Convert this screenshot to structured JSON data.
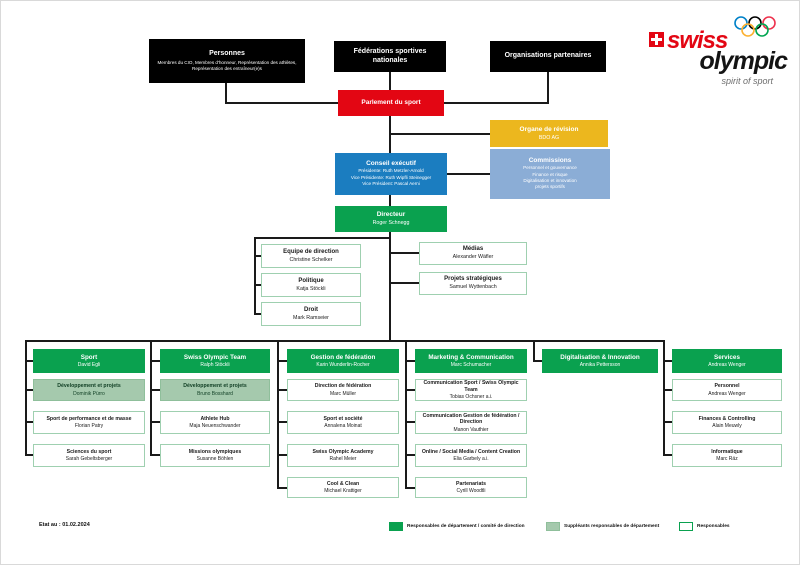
{
  "logo": {
    "swiss": "swiss",
    "olympic": "olympic",
    "tagline": "spirit of sport"
  },
  "top": {
    "personnes": {
      "title": "Personnes",
      "subtitle": "Membres du CIO, Membres d'honneur, Représentation des athlètes, Représentation des entraîneur(e)s"
    },
    "federations": {
      "title": "Fédérations sportives nationales"
    },
    "partenaires": {
      "title": "Organisations partenaires"
    }
  },
  "parlement": {
    "title": "Parlement du sport"
  },
  "revision": {
    "title": "Organe de révision",
    "name": "BDO AG"
  },
  "conseil": {
    "title": "Conseil exécutif",
    "lines": [
      "Présidente: Ruth Metzler-Arnold",
      "Vice Présidente: Ruth Wipfli Steinegger",
      "Vice Président: Pascal Aerni"
    ]
  },
  "commissions": {
    "title": "Commissions",
    "lines": [
      "Personnel et gouvernance",
      "Finance et risque",
      "Digitalisation et innovation",
      "projets sportifs"
    ]
  },
  "directeur": {
    "title": "Directeur",
    "name": "Roger Schnegg"
  },
  "staff_left": [
    {
      "title": "Equipe de direction",
      "name": "Christine Schelker"
    },
    {
      "title": "Politique",
      "name": "Katja Stöckli"
    },
    {
      "title": "Droit",
      "name": "Mark Ramseier"
    }
  ],
  "staff_right": [
    {
      "title": "Médias",
      "name": "Alexander Wäfler"
    },
    {
      "title": "Projets stratégiques",
      "name": "Samuel Wyttenbach"
    }
  ],
  "departments": [
    {
      "title": "Sport",
      "head": "David Egli",
      "subs": [
        {
          "title": "Développement et projets",
          "name": "Dominik Pürro",
          "type": "deputy"
        },
        {
          "title": "Sport de performance et de masse",
          "name": "Florian Patry",
          "type": "responsable"
        },
        {
          "title": "Sciences du sport",
          "name": "Sarah Gebeltsberger",
          "type": "responsable"
        }
      ]
    },
    {
      "title": "Swiss Olympic Team",
      "head": "Ralph Stöckli",
      "subs": [
        {
          "title": "Développement et projets",
          "name": "Bruno Bosshard",
          "type": "deputy"
        },
        {
          "title": "Athlete Hub",
          "name": "Maja Neuenschwander",
          "type": "responsable"
        },
        {
          "title": "Missions olympiques",
          "name": "Susanne Böhlen",
          "type": "responsable"
        }
      ]
    },
    {
      "title": "Gestion de fédération",
      "head": "Karin Wunderlin-Rocher",
      "subs": [
        {
          "title": "Direction de fédération",
          "name": "Marc Müller",
          "type": "responsable"
        },
        {
          "title": "Sport et société",
          "name": "Annalena Moinat",
          "type": "responsable"
        },
        {
          "title": "Swiss Olympic Academy",
          "name": "Rahel Meier",
          "type": "responsable"
        },
        {
          "title": "Cool & Clean",
          "name": "Michael Krattiger",
          "type": "responsable"
        }
      ]
    },
    {
      "title": "Marketing & Communication",
      "head": "Marc Schumacher",
      "subs": [
        {
          "title": "Communication Sport / Swiss Olympic Team",
          "name": "Tobias Ochsner a.i.",
          "type": "responsable"
        },
        {
          "title": "Communication Gestion de fédération / Direction",
          "name": "Manon Vauthier",
          "type": "responsable"
        },
        {
          "title": "Online / Social Media / Content Creation",
          "name": "Elia Garbely a.i.",
          "type": "responsable"
        },
        {
          "title": "Partenariats",
          "name": "Cyrill Woodtli",
          "type": "responsable"
        }
      ]
    },
    {
      "title": "Digitalisation & Innovation",
      "head": "Annika Pettersson",
      "subs": []
    },
    {
      "title": "Services",
      "head": "Andreas Wenger",
      "subs": [
        {
          "title": "Personnel",
          "name": "Andreas Wenger",
          "type": "responsable"
        },
        {
          "title": "Finances & Controlling",
          "name": "Alain Meuwly",
          "type": "responsable"
        },
        {
          "title": "Informatique",
          "name": "Marc Räz",
          "type": "responsable"
        }
      ]
    }
  ],
  "legend": {
    "date": "Etat au : 01.02.2024",
    "items": [
      {
        "label": "Responsables de département / comité de direction",
        "color": "#0aa14f"
      },
      {
        "label": "Suppléants responsables de département",
        "color": "#a5c9ad"
      },
      {
        "label": "Responsables",
        "color": "#ffffff"
      }
    ]
  },
  "colors": {
    "black": "#000000",
    "red": "#e30613",
    "yellow": "#ecb71e",
    "blue": "#1b7dc0",
    "light_blue": "#8badd6",
    "green": "#0aa14f",
    "light_green": "#a5c9ad",
    "line": "#1a1a1a"
  }
}
